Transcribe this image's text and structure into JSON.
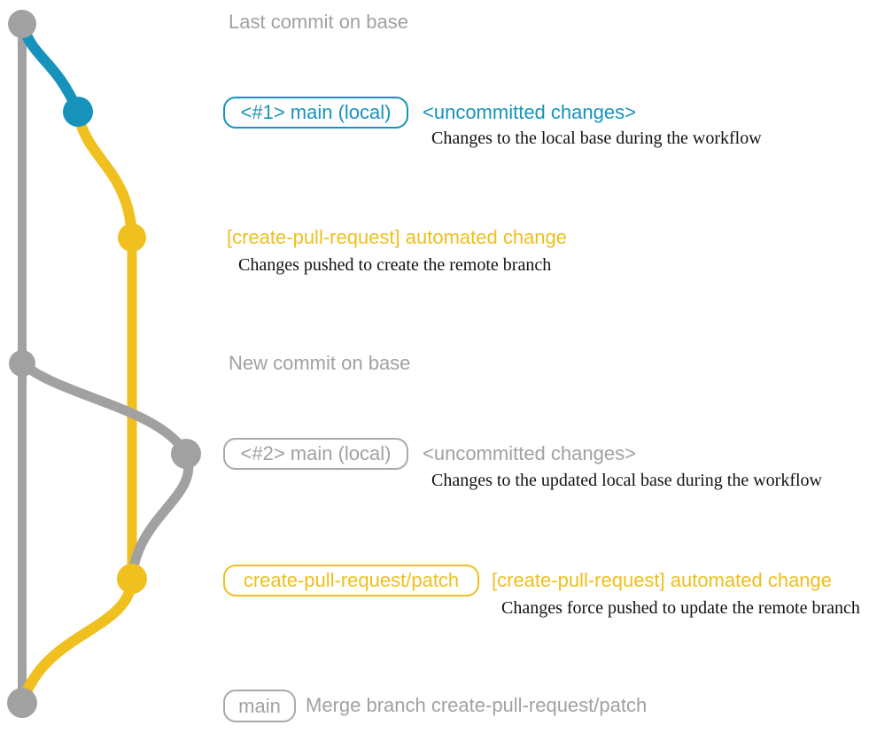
{
  "colors": {
    "base_gray": "#a1a1a1",
    "teal": "#1793bb",
    "yellow": "#f0c01e",
    "description_black": "#121212",
    "background": "#ffffff"
  },
  "graph_icons": {
    "commit_node": "filled circle marking a git commit",
    "branch_line": "curved line connecting commits"
  },
  "rows": {
    "last_commit": {
      "text": "Last commit on base"
    },
    "main_local_1": {
      "badge": "<#1> main (local)",
      "status": "<uncommitted changes>",
      "description": "Changes to the local base during the workflow"
    },
    "automated_change_1": {
      "message": "[create-pull-request] automated change",
      "description": "Changes pushed to create the remote branch"
    },
    "new_commit": {
      "text": "New commit on base"
    },
    "main_local_2": {
      "badge": "<#2> main (local)",
      "status": "<uncommitted changes>",
      "description": "Changes to the updated local base during the workflow"
    },
    "patch_branch": {
      "badge": "create-pull-request/patch",
      "message": "[create-pull-request] automated change",
      "description": "Changes force pushed to update the remote branch"
    },
    "merge": {
      "badge": "main",
      "message": "Merge branch create-pull-request/patch"
    }
  }
}
